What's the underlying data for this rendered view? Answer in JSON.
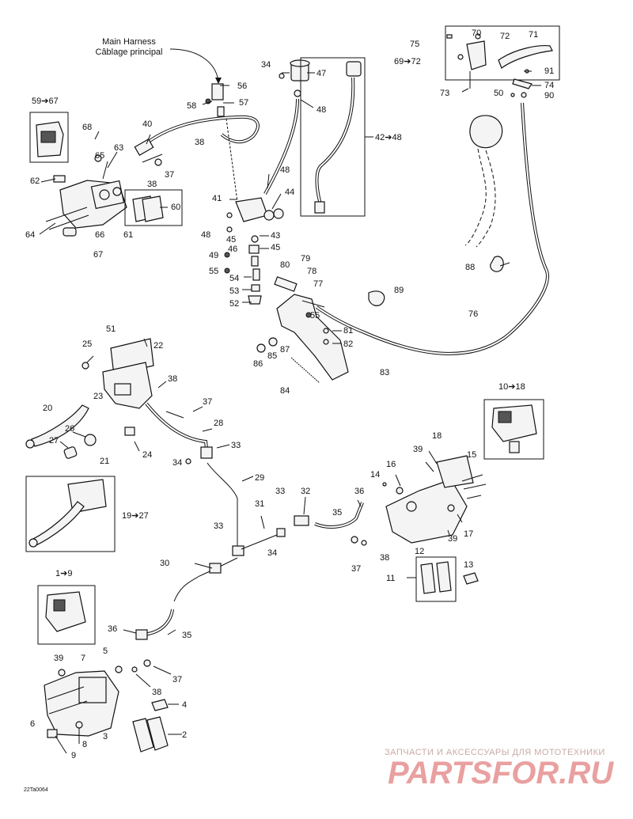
{
  "diagram": {
    "harness_label": [
      "Main Harness",
      "Câblage principal"
    ],
    "drawing_code": "22Ta0064",
    "watermark": {
      "line1": "ЗАПЧАСТИ И АКСЕССУАРЫ ДЛЯ МОТОТЕХНИКИ",
      "line2": "PARTSFOR.RU"
    },
    "callouts": [
      {
        "id": "c-59-67",
        "text": "59➔67"
      },
      {
        "id": "c-68",
        "text": "68"
      },
      {
        "id": "c-40",
        "text": "40"
      },
      {
        "id": "c-63",
        "text": "63"
      },
      {
        "id": "c-65",
        "text": "65"
      },
      {
        "id": "c-37a",
        "text": "37"
      },
      {
        "id": "c-38a",
        "text": "38"
      },
      {
        "id": "c-62",
        "text": "62"
      },
      {
        "id": "c-60",
        "text": "60"
      },
      {
        "id": "c-64",
        "text": "64"
      },
      {
        "id": "c-66",
        "text": "66"
      },
      {
        "id": "c-61",
        "text": "61"
      },
      {
        "id": "c-67",
        "text": "67"
      },
      {
        "id": "c-56",
        "text": "56"
      },
      {
        "id": "c-58",
        "text": "58"
      },
      {
        "id": "c-57",
        "text": "57"
      },
      {
        "id": "c-38b",
        "text": "38"
      },
      {
        "id": "c-34a",
        "text": "34"
      },
      {
        "id": "c-47",
        "text": "47"
      },
      {
        "id": "c-48a",
        "text": "48"
      },
      {
        "id": "c-42-48",
        "text": "42➔48"
      },
      {
        "id": "c-48b",
        "text": "48"
      },
      {
        "id": "c-44",
        "text": "44"
      },
      {
        "id": "c-41",
        "text": "41"
      },
      {
        "id": "c-48c",
        "text": "48"
      },
      {
        "id": "c-43",
        "text": "43"
      },
      {
        "id": "c-45a",
        "text": "45"
      },
      {
        "id": "c-46",
        "text": "46"
      },
      {
        "id": "c-45b",
        "text": "45"
      },
      {
        "id": "c-49",
        "text": "49"
      },
      {
        "id": "c-55a",
        "text": "55"
      },
      {
        "id": "c-54",
        "text": "54"
      },
      {
        "id": "c-53",
        "text": "53"
      },
      {
        "id": "c-52",
        "text": "52"
      },
      {
        "id": "c-75",
        "text": "75"
      },
      {
        "id": "c-70",
        "text": "70"
      },
      {
        "id": "c-72a",
        "text": "72"
      },
      {
        "id": "c-71",
        "text": "71"
      },
      {
        "id": "c-69-72",
        "text": "69➔72"
      },
      {
        "id": "c-91",
        "text": "91"
      },
      {
        "id": "c-74",
        "text": "74"
      },
      {
        "id": "c-73",
        "text": "73"
      },
      {
        "id": "c-50",
        "text": "50"
      },
      {
        "id": "c-90",
        "text": "90"
      },
      {
        "id": "c-88",
        "text": "88"
      },
      {
        "id": "c-80",
        "text": "80"
      },
      {
        "id": "c-79",
        "text": "79"
      },
      {
        "id": "c-78",
        "text": "78"
      },
      {
        "id": "c-77",
        "text": "77"
      },
      {
        "id": "c-89",
        "text": "89"
      },
      {
        "id": "c-76",
        "text": "76"
      },
      {
        "id": "c-55b",
        "text": "55"
      },
      {
        "id": "c-81",
        "text": "81"
      },
      {
        "id": "c-87",
        "text": "87"
      },
      {
        "id": "c-82",
        "text": "82"
      },
      {
        "id": "c-86",
        "text": "86"
      },
      {
        "id": "c-85",
        "text": "85"
      },
      {
        "id": "c-83",
        "text": "83"
      },
      {
        "id": "c-84",
        "text": "84"
      },
      {
        "id": "c-51",
        "text": "51"
      },
      {
        "id": "c-22",
        "text": "22"
      },
      {
        "id": "c-25",
        "text": "25"
      },
      {
        "id": "c-38c",
        "text": "38"
      },
      {
        "id": "c-23",
        "text": "23"
      },
      {
        "id": "c-20",
        "text": "20"
      },
      {
        "id": "c-37b",
        "text": "37"
      },
      {
        "id": "c-28",
        "text": "28"
      },
      {
        "id": "c-26",
        "text": "26"
      },
      {
        "id": "c-27",
        "text": "27"
      },
      {
        "id": "c-21",
        "text": "21"
      },
      {
        "id": "c-24",
        "text": "24"
      },
      {
        "id": "c-34b",
        "text": "34"
      },
      {
        "id": "c-33a",
        "text": "33"
      },
      {
        "id": "c-10-18",
        "text": "10➔18"
      },
      {
        "id": "c-18",
        "text": "18"
      },
      {
        "id": "c-39a",
        "text": "39"
      },
      {
        "id": "c-15",
        "text": "15"
      },
      {
        "id": "c-16",
        "text": "16"
      },
      {
        "id": "c-14",
        "text": "14"
      },
      {
        "id": "c-29",
        "text": "29"
      },
      {
        "id": "c-33b",
        "text": "33"
      },
      {
        "id": "c-32",
        "text": "32"
      },
      {
        "id": "c-36a",
        "text": "36"
      },
      {
        "id": "c-19-27",
        "text": "19➔27"
      },
      {
        "id": "c-31",
        "text": "31"
      },
      {
        "id": "c-35a",
        "text": "35"
      },
      {
        "id": "c-39b",
        "text": "39"
      },
      {
        "id": "c-17",
        "text": "17"
      },
      {
        "id": "c-33c",
        "text": "33"
      },
      {
        "id": "c-34c",
        "text": "34"
      },
      {
        "id": "c-12",
        "text": "12"
      },
      {
        "id": "c-38d",
        "text": "38"
      },
      {
        "id": "c-37c",
        "text": "37"
      },
      {
        "id": "c-13",
        "text": "13"
      },
      {
        "id": "c-30",
        "text": "30"
      },
      {
        "id": "c-11",
        "text": "11"
      },
      {
        "id": "c-1-9",
        "text": "1➔9"
      },
      {
        "id": "c-36b",
        "text": "36"
      },
      {
        "id": "c-35b",
        "text": "35"
      },
      {
        "id": "c-39c",
        "text": "39"
      },
      {
        "id": "c-7",
        "text": "7"
      },
      {
        "id": "c-5",
        "text": "5"
      },
      {
        "id": "c-37d",
        "text": "37"
      },
      {
        "id": "c-38e",
        "text": "38"
      },
      {
        "id": "c-4",
        "text": "4"
      },
      {
        "id": "c-6",
        "text": "6"
      },
      {
        "id": "c-3",
        "text": "3"
      },
      {
        "id": "c-2",
        "text": "2"
      },
      {
        "id": "c-8",
        "text": "8"
      },
      {
        "id": "c-9",
        "text": "9"
      }
    ]
  }
}
